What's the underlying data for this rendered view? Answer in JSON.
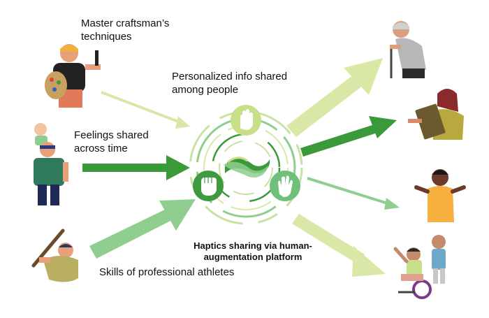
{
  "labels": {
    "craftsman": {
      "line1": "Master craftsman’s",
      "line2": "techniques"
    },
    "personalized": {
      "line1": "Personalized info shared",
      "line2": "among people"
    },
    "feelings": {
      "line1": "Feelings shared",
      "line2": "across time"
    },
    "athletes": "Skills of professional athletes",
    "platform": {
      "line1": "Haptics sharing via human-",
      "line2": "augmentation platform"
    }
  },
  "colors": {
    "arrow_light": "#d9e8a6",
    "arrow_mid": "#8fce8f",
    "arrow_dark": "#3a9a3a",
    "arrow_pale": "#c7e3a4",
    "node_light": "#c8df8a",
    "node_dark": "#3f9a3f",
    "node_mid": "#6ec07a",
    "skin": "#e7a07a",
    "dark": "#222222"
  },
  "icons": [
    "hand-icon",
    "fist-icon",
    "open-hand-icon",
    "logo-icon"
  ]
}
